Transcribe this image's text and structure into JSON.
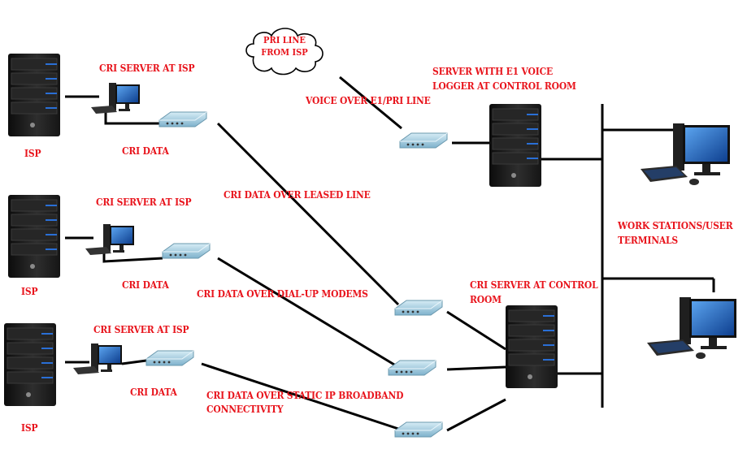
{
  "labels": {
    "cloud_line1": "PRI LINE",
    "cloud_line2": "FROM ISP",
    "isp_1": "ISP",
    "isp_2": "ISP",
    "isp_3": "ISP",
    "cri_server_isp_1": "CRI SERVER AT ISP",
    "cri_server_isp_2": "CRI SERVER AT ISP",
    "cri_server_isp_3": "CRI SERVER AT ISP",
    "cri_data_1": "CRI DATA",
    "cri_data_2": "CRI DATA",
    "cri_data_3": "CRI DATA",
    "voice_over": "VOICE OVER E1/PRI LINE",
    "leased_line": "CRI DATA OVER LEASED LINE",
    "dialup": "CRI DATA OVER DIAL-UP MODEMS",
    "static_ip_1": "CRI DATA OVER STATIC IP BROADBAND",
    "static_ip_2": "CONNECTIVITY",
    "voice_logger_1": "SERVER WITH E1 VOICE",
    "voice_logger_2": "LOGGER AT CONTROL ROOM",
    "workstations_1": "WORK STATIONS/USER",
    "workstations_2": "TERMINALS",
    "cri_control_1": "CRI SERVER AT CONTROL",
    "cri_control_2": "ROOM"
  },
  "colors": {
    "label": "#e8141c",
    "line": "#000000",
    "server_body": "#1b1b1b",
    "server_led": "#2a6fd6",
    "modem": "#9cc8dc",
    "monitor_screen": "#1f6fd1"
  }
}
